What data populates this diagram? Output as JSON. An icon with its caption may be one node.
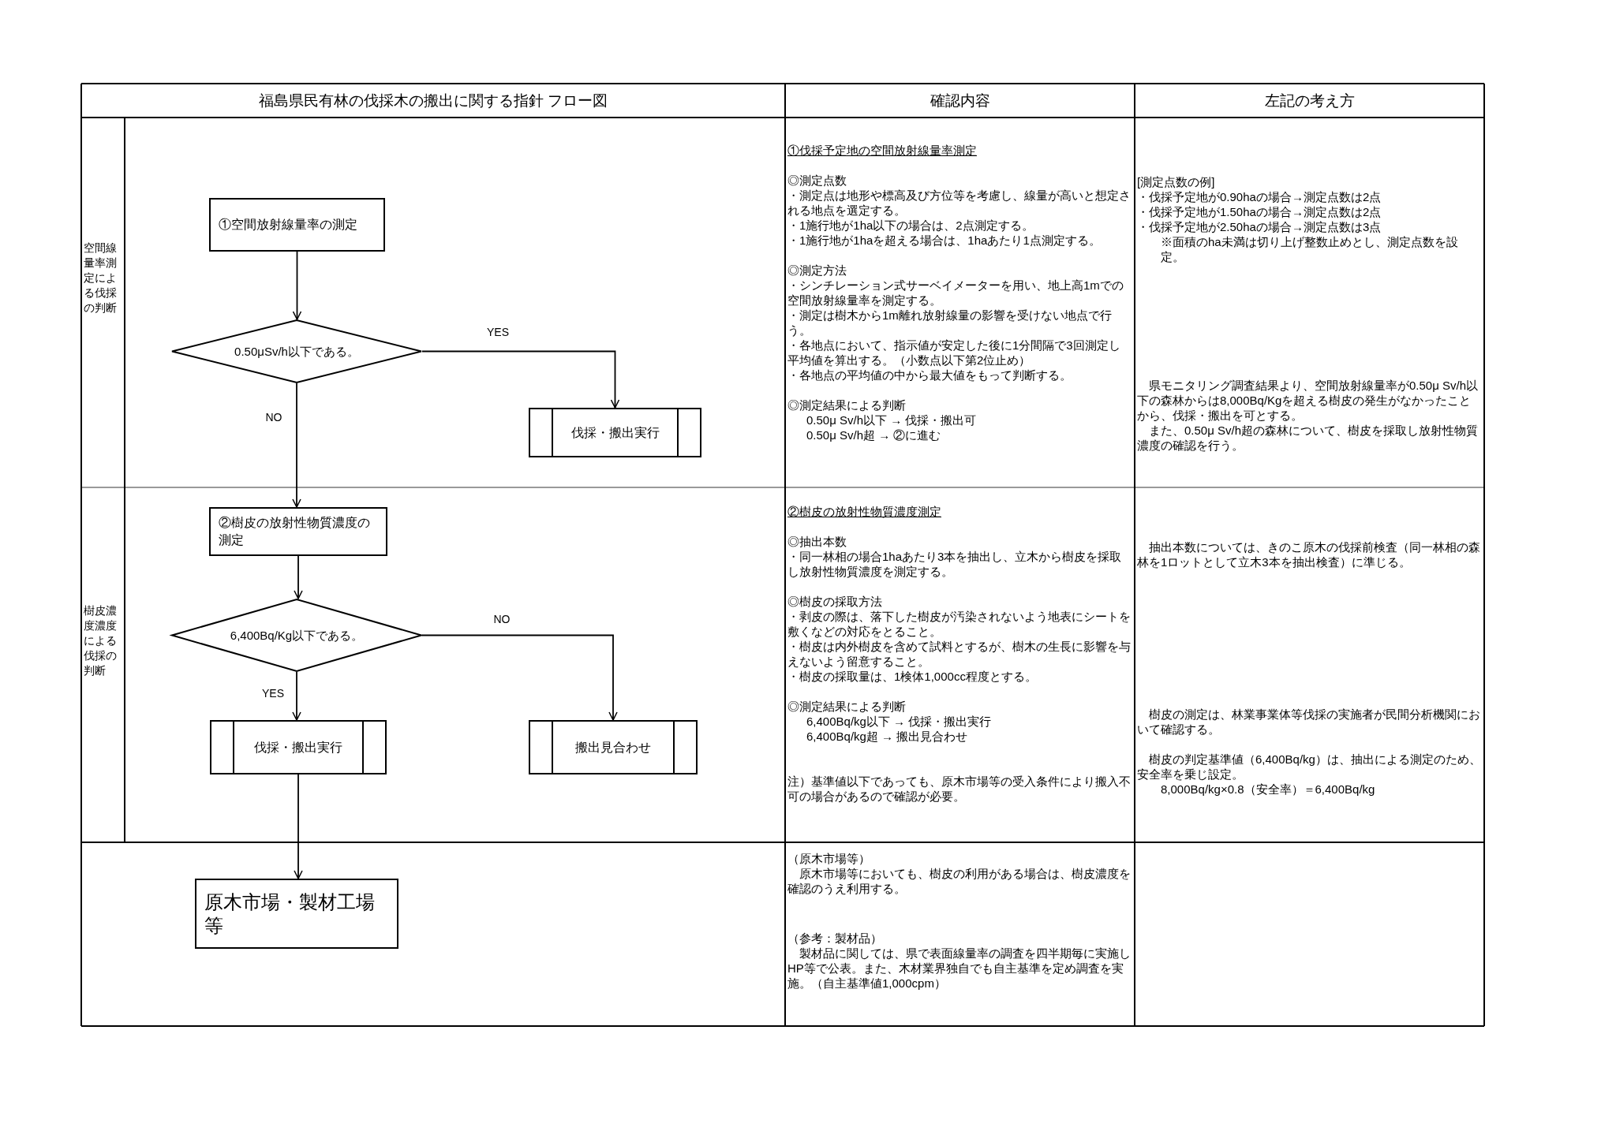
{
  "diagram": {
    "title": "福島県民有林の伐採木の搬出に関する指針 フロー図",
    "nodes": [
      {
        "text": [
          "①空間放射線量率の測定"
        ]
      },
      {
        "text": [
          "0.50μSv/h以下である。"
        ]
      },
      {
        "text": [
          "伐採・搬出実行"
        ]
      },
      {
        "text": [
          "②樹皮の放射性物質濃度の測定"
        ]
      },
      {
        "text": [
          "6,400Bq/Kg以下である。"
        ]
      },
      {
        "text": [
          "伐採・搬出実行"
        ]
      },
      {
        "text": [
          "搬出見合わせ"
        ]
      },
      {
        "text": [
          "原木市場・製材工場等"
        ]
      }
    ],
    "edges": [
      {
        "from": 0,
        "to": 1,
        "arrow": "to"
      },
      {
        "from": 1,
        "to": 2,
        "arrow": "to",
        "label": "YES"
      },
      {
        "from": 1,
        "to": 3,
        "arrow": "to",
        "label": "NO"
      },
      {
        "from": 3,
        "to": 4,
        "arrow": "to"
      },
      {
        "from": 4,
        "to": 5,
        "arrow": "to",
        "label": "YES"
      },
      {
        "from": 4,
        "to": 6,
        "arrow": "to",
        "label": "NO"
      },
      {
        "from": 5,
        "to": 7,
        "arrow": "to"
      }
    ],
    "labels": [
      "確認内容",
      "左記の考え方",
      "空間線量率測定による伐採の判断",
      "樹皮濃度濃度による伐採の判断",
      "①伐採予定地の空間放射線量率測定",
      "◎測定点数",
      "・測定点は地形や標高及び方位等を考慮し、線量が高いと想定される地点を選定する。",
      "・1施行地が1ha以下の場合は、2点測定する。",
      "・1施行地が1haを超える場合は、1haあたり1点測定する。",
      "◎測定方法",
      "・シンチレーション式サーベイメーターを用い、地上高1mでの空間放射線量率を測定する。",
      "・測定は樹木から1m離れ放射線量の影響を受けない地点で行う。",
      "・各地点において、指示値が安定した後に1分間隔で3回測定し平均値を算出する。（小数点以下第2位止め）",
      "・各地点の平均値の中から最大値をもって判断する。",
      "◎測定結果による判断",
      "0.50μ Sv/h以下 → 伐採・搬出可",
      "0.50μ Sv/h超 → ②に進む",
      "②樹皮の放射性物質濃度測定",
      "◎抽出本数",
      "・同一林相の場合1haあたり3本を抽出し、立木から樹皮を採取し放射性物質濃度を測定する。",
      "◎樹皮の採取方法",
      "・剥皮の際は、落下した樹皮が汚染されないよう地表にシートを敷くなどの対応をとること。",
      "・樹皮は内外樹皮を含めて試料とするが、樹木の生長に影響を与えないよう留意すること。",
      "・樹皮の採取量は、1検体1,000cc程度とする。",
      "◎測定結果による判断",
      "6,400Bq/kg以下 → 伐採・搬出実行",
      "6,400Bq/kg超 → 搬出見合わせ",
      "注）基準値以下であっても、原木市場等の受入条件により搬入不可の場合があるので確認が必要。",
      "（原木市場等）",
      "原木市場等においても、樹皮の利用がある場合は、樹皮濃度を確認のうえ利用する。",
      "（参考：製材品）",
      "製材品に関しては、県で表面線量率の調査を四半期毎に実施しHP等で公表。また、木材業界独自でも自主基準を定め調査を実施。（自主基準値1,000cpm）",
      "[測定点数の例]",
      "・伐採予定地が0.90haの場合→測定点数は2点",
      "・伐採予定地が1.50haの場合→測定点数は2点",
      "・伐採予定地が2.50haの場合→測定点数は3点",
      "※面積のha未満は切り上げ整数止めとし、測定点数を設定。",
      "県モニタリング調査結果より、空間放射線量率が0.50μ Sv/h以下の森林からは8,000Bq/Kgを超える樹皮の発生がなかったことから、伐採・搬出を可とする。",
      "また、0.50μ Sv/h超の森林について、樹皮を採取し放射性物質濃度の確認を行う。",
      "抽出本数については、きのこ原木の伐採前検査（同一林相の森林を1ロットとして立木3本を抽出検査）に準じる。",
      "樹皮の測定は、林業事業体等伐採の実施者が民間分析機関において確認する。",
      "樹皮の判定基準値（6,400Bq/kg）は、抽出による測定のため、安全率を乗じ設定。",
      "8,000Bq/kg×0.8（安全率）＝6,400Bq/kg"
    ]
  }
}
